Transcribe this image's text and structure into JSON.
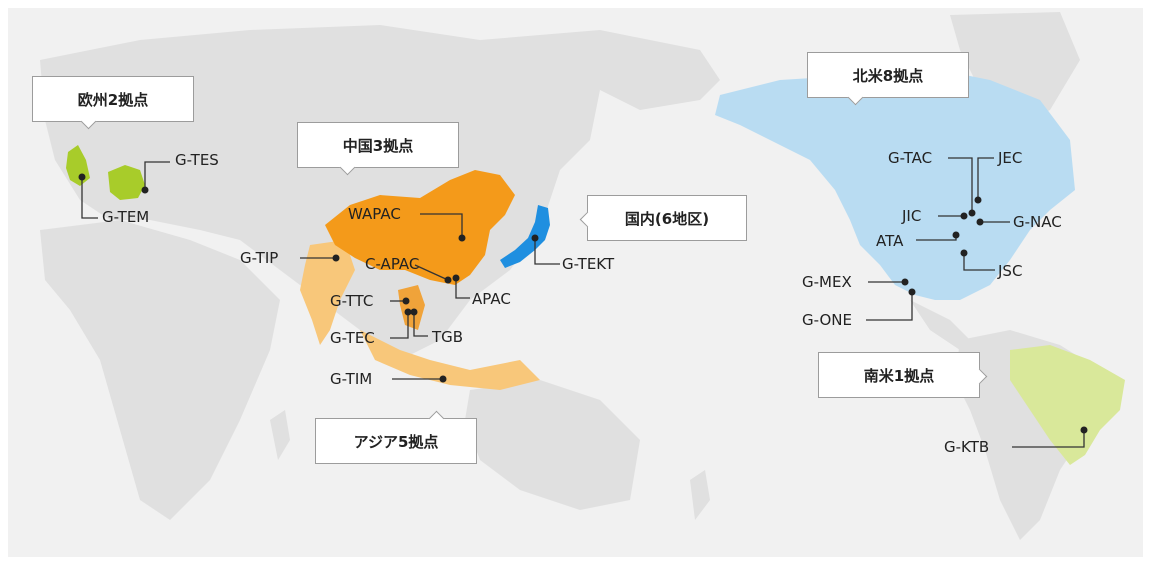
{
  "regions": {
    "europe": "欧州2拠点",
    "china": "中国3拠点",
    "japan": "国内(6地区)",
    "asia": "アジア5拠点",
    "north_america": "北米8拠点",
    "south_america": "南米1拠点"
  },
  "sites": {
    "g_tes": "G-TES",
    "g_tem": "G-TEM",
    "wapac": "WAPAC",
    "g_tip": "G-TIP",
    "c_apac": "C-APAC",
    "apac": "APAC",
    "g_ttc": "G-TTC",
    "g_tec": "G-TEC",
    "tgb": "TGB",
    "g_tim": "G-TIM",
    "g_tekt": "G-TEKT",
    "g_tac": "G-TAC",
    "jec": "JEC",
    "jic": "JIC",
    "g_nac": "G-NAC",
    "ata": "ATA",
    "jsc": "JSC",
    "g_mex": "G-MEX",
    "g_one": "G-ONE",
    "g_ktb": "G-KTB"
  },
  "colors": {
    "land": "#e0e0e0",
    "europe": "#a8cc2a",
    "china": "#f49a1a",
    "asia": "#f8c77a",
    "asia_dark": "#f0a33a",
    "japan": "#1f8fe0",
    "north_america": "#b9dcf2",
    "south_america": "#d9e89a",
    "ocean": "#f1f1f1"
  }
}
